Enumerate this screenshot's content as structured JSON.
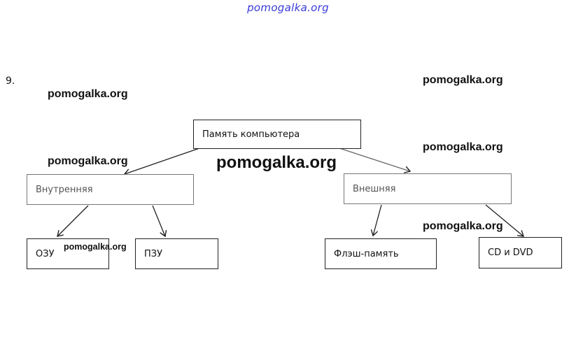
{
  "header": {
    "watermark": "pomogalka.org"
  },
  "question": {
    "number": "9."
  },
  "watermarks": {
    "w1": "pomogalka.org",
    "w2": "pomogalka.org",
    "w3": "pomogalka.org",
    "w4": "pomogalka.org",
    "w5": "pomogalka.org",
    "w6": "pomogalka.org",
    "w7": "pomogalka.org"
  },
  "diagram": {
    "root": "Память компьютера",
    "internal": "Внутренняя",
    "external": "Внешняя",
    "ram": "ОЗУ",
    "rom": "ПЗУ",
    "flash": "Флэш-память",
    "cd_dvd": "CD и DVD"
  },
  "colors": {
    "edge": "#222222",
    "watermark_header": "#3a3ad8"
  }
}
